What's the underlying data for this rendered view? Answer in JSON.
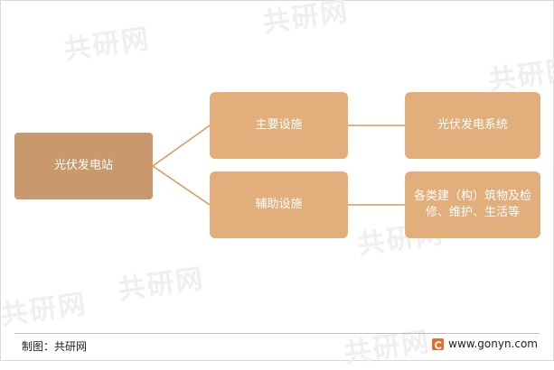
{
  "diagram": {
    "root": "光伏发电站",
    "branches": [
      {
        "label": "主要设施",
        "child": "光伏发电系统"
      },
      {
        "label": "辅助设施",
        "child": "各类建（构）筑物及检修、维护、生活等"
      }
    ]
  },
  "watermark": {
    "text": "共研网",
    "url": "www.gonyn.com"
  },
  "footer": {
    "source": "制图：共研网",
    "site": "www.gonyn.com",
    "logo_icon": "gonyn-logo-icon"
  },
  "colors": {
    "root_fill": "#c8996c",
    "node_fill": "#e2ae7c",
    "connector": "#d69a5a"
  }
}
